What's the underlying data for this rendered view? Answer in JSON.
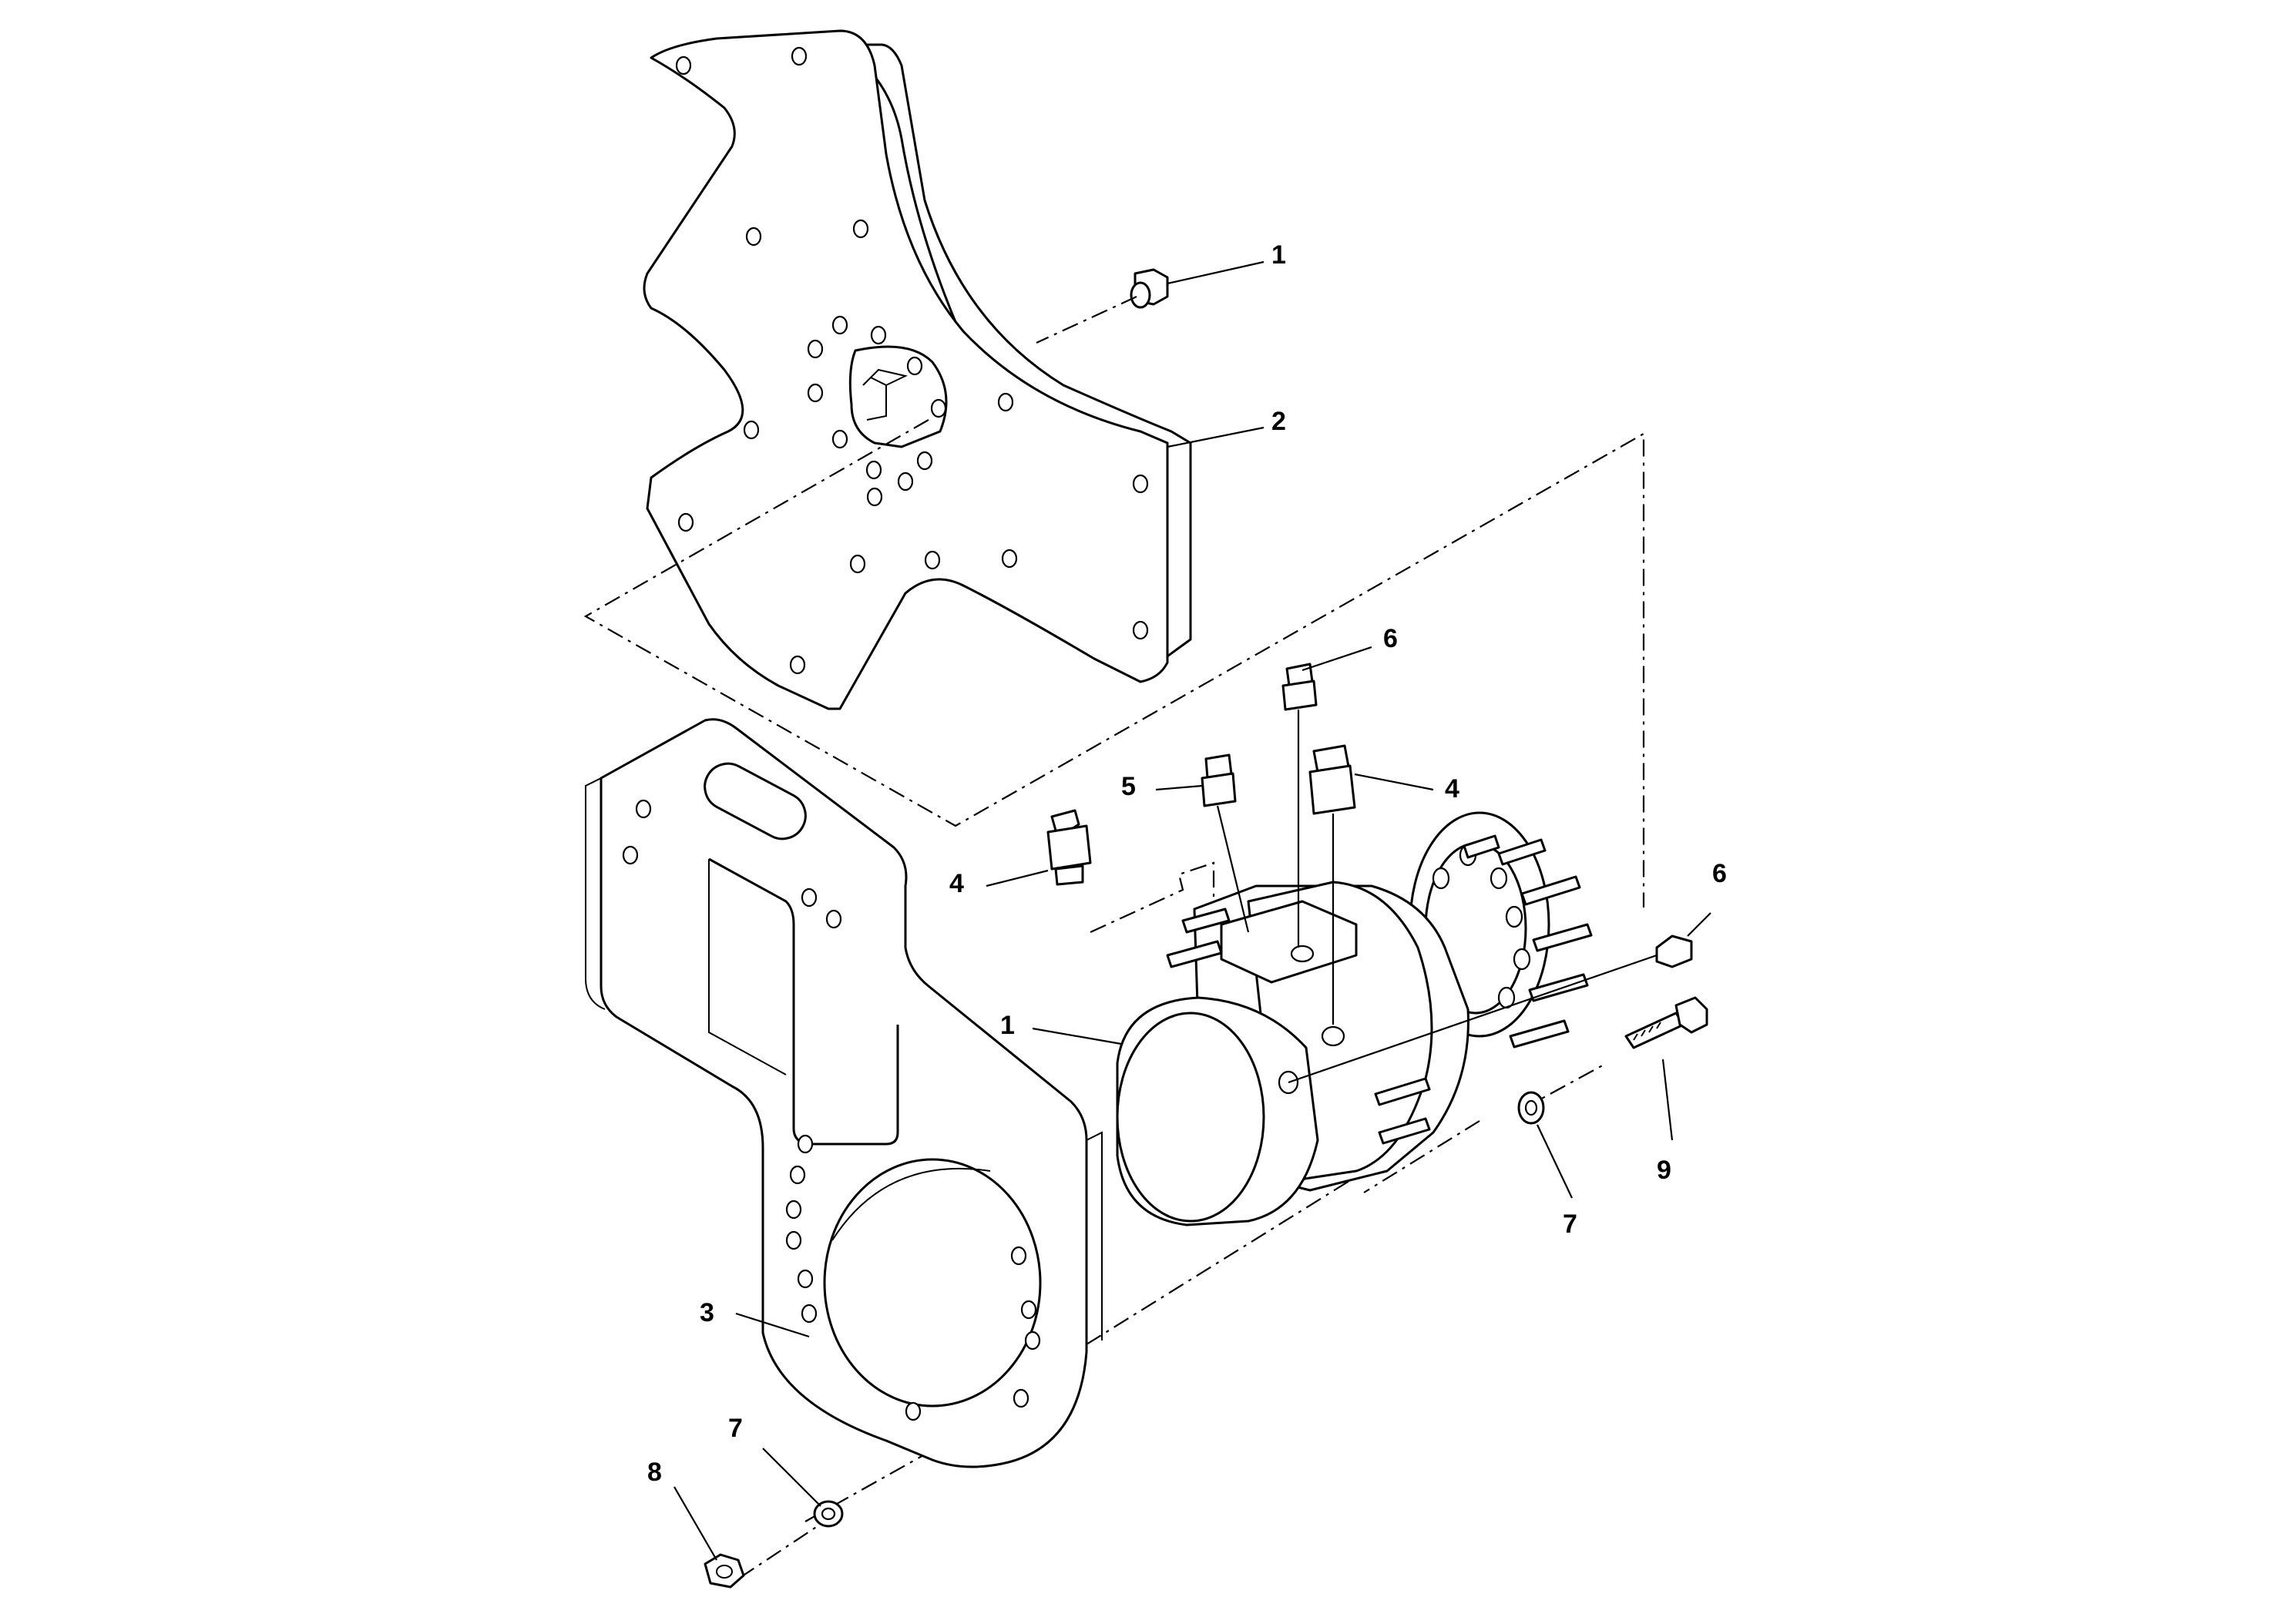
{
  "callouts": [
    {
      "id": "c1-top",
      "text": "1"
    },
    {
      "id": "c2",
      "text": "2"
    },
    {
      "id": "c6-top",
      "text": "6"
    },
    {
      "id": "c5",
      "text": "5"
    },
    {
      "id": "c4-right",
      "text": "4"
    },
    {
      "id": "c4-left",
      "text": "4"
    },
    {
      "id": "c6-right",
      "text": "6"
    },
    {
      "id": "c1-motor",
      "text": "1"
    },
    {
      "id": "c9",
      "text": "9"
    },
    {
      "id": "c7-right",
      "text": "7"
    },
    {
      "id": "c3",
      "text": "3"
    },
    {
      "id": "c7-left",
      "text": "7"
    },
    {
      "id": "c8",
      "text": "8"
    }
  ],
  "parts": {
    "spider_plate": "spider-plate",
    "mount_bracket": "motor-mount-bracket",
    "motor": "hydraulic-motor",
    "fittings": "hydraulic-fitting",
    "bolt": "hex-bolt",
    "washer": "flat-washer",
    "nut": "hex-nut",
    "plug": "plug-fitting"
  }
}
